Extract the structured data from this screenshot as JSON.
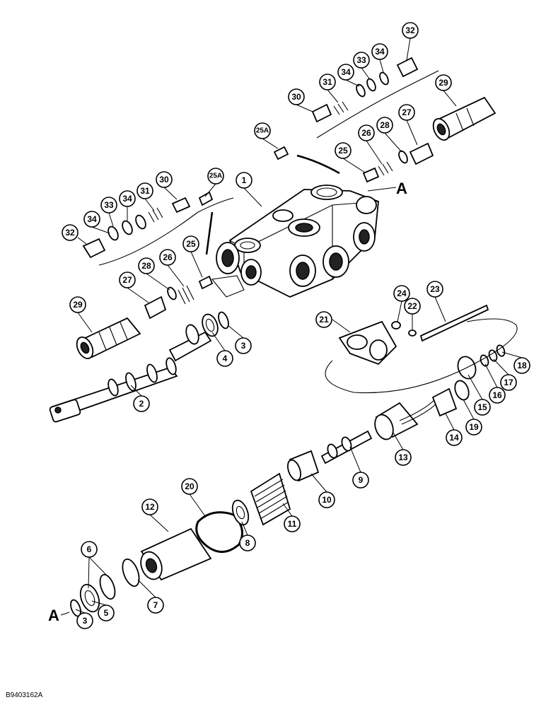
{
  "figure_code": "B9403162A",
  "ref_letters": {
    "top": "A",
    "bottom": "A"
  },
  "callouts": [
    "1",
    "2",
    "3",
    "4",
    "5",
    "6",
    "7",
    "8",
    "9",
    "10",
    "11",
    "12",
    "13",
    "14",
    "15",
    "16",
    "17",
    "18",
    "19",
    "20",
    "21",
    "22",
    "23",
    "24",
    "25",
    "25A",
    "26",
    "27",
    "28",
    "29",
    "30",
    "31",
    "32",
    "33",
    "34"
  ]
}
